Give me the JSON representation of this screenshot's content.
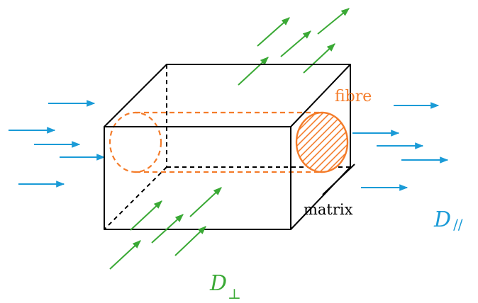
{
  "labels": {
    "fibre": "fibre",
    "matrix": "matrix",
    "d_parallel": "D",
    "d_parallel_sub": "//",
    "d_perp": "D",
    "d_perp_sub": "⊥"
  },
  "colors": {
    "fibre": "#f47c2a",
    "diffusion_parallel": "#1a9bd7",
    "diffusion_perp": "#3aa935",
    "matrix_outline": "#000000"
  }
}
